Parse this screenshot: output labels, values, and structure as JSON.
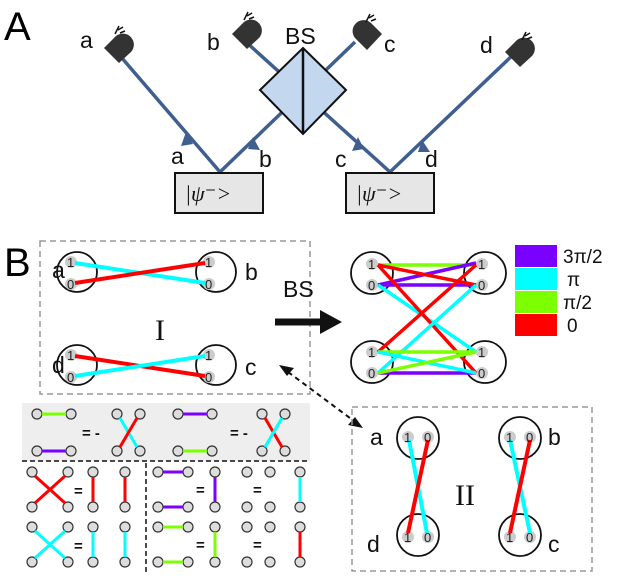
{
  "panel_labels": {
    "a": "A",
    "b": "B"
  },
  "detectors": {
    "a": "a",
    "b": "b",
    "c": "c",
    "d": "d"
  },
  "beam_labels": {
    "a": "a",
    "b": "b",
    "c": "c",
    "d": "d"
  },
  "beamsplitter": "BS",
  "states": {
    "left": "|ψ⁻>",
    "right": "|ψ⁻>"
  },
  "arrow_label": "BS",
  "roman": {
    "one": "I",
    "two": "II"
  },
  "qubit_bits": {
    "one": "1",
    "zero": "0"
  },
  "node_labels": {
    "a": "a",
    "b": "b",
    "c": "c",
    "d": "d"
  },
  "legend": [
    {
      "label": "3π/2",
      "color": "#7a00ff"
    },
    {
      "label": "π",
      "color": "#00ffff"
    },
    {
      "label": "π/2",
      "color": "#7cff00"
    },
    {
      "label": "0",
      "color": "#ff0000"
    }
  ],
  "rules": {
    "equals_minus": "= -",
    "equals": "="
  },
  "colors": {
    "beam": "#3f5f8f",
    "detector": "#333333",
    "bs_fill": "#c3d7ef",
    "box_fill": "#e6e6e6"
  }
}
